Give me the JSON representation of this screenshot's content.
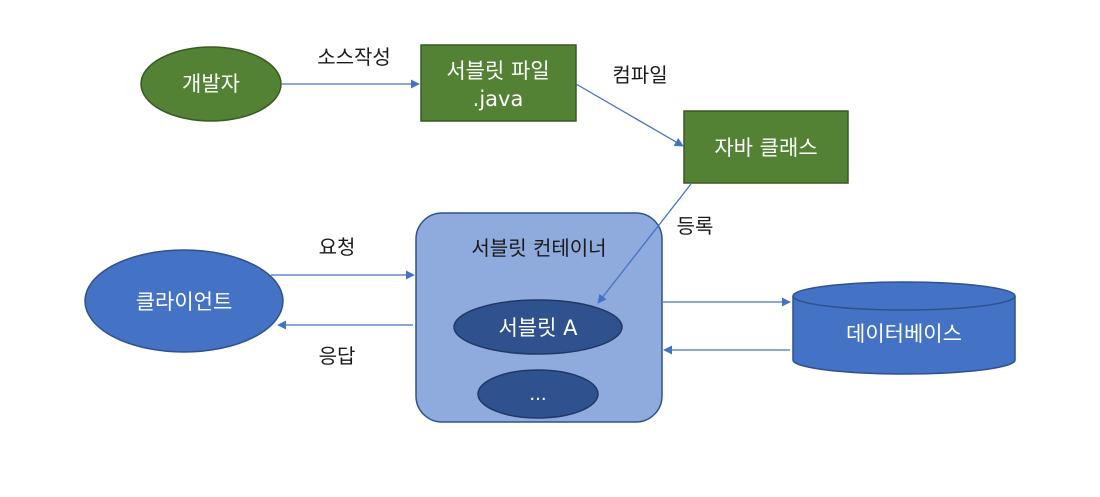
{
  "nodes": {
    "developer": "개발자",
    "servlet_file_line1": "서블릿 파일",
    "servlet_file_line2": ".java",
    "java_class": "자바 클래스",
    "container": "서블릿 컨테이너",
    "servlet_a": "서블릿 A",
    "servlet_more": "...",
    "client": "클라이언트",
    "database": "데이터베이스"
  },
  "edges": {
    "write_source": "소스작성",
    "compile": "컴파일",
    "register": "등록",
    "request": "요청",
    "response": "응답"
  },
  "colors": {
    "green_fill": "#548235",
    "green_stroke": "#3A5A24",
    "blue_fill": "#4472C4",
    "blue_stroke": "#2F528F",
    "container_fill": "#8FAADC",
    "arrow": "#4472C4"
  }
}
